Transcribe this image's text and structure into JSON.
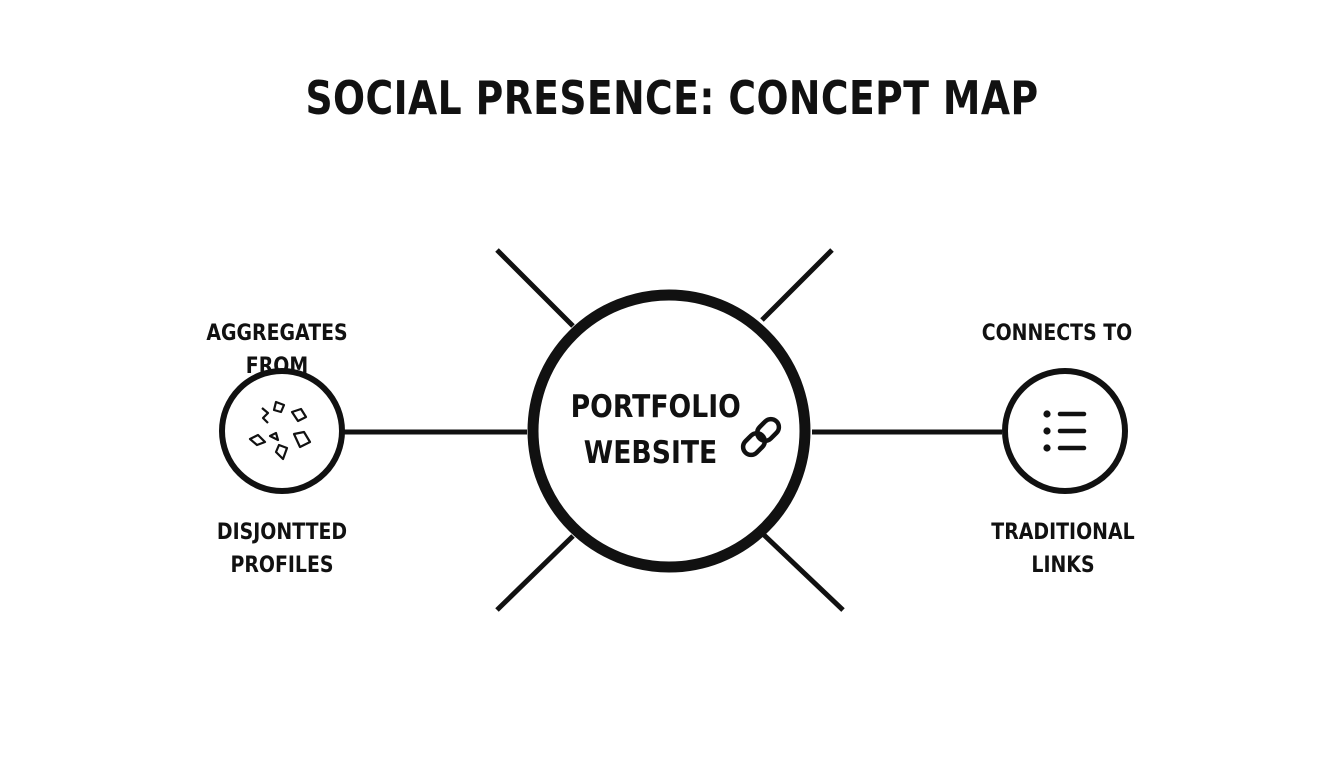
{
  "title": "SOCIAL PRESENCE: CONCEPT MAP",
  "hub": {
    "line1": "PORTFOLIO",
    "line2": "WEBSITE",
    "icon": "chain-link-icon"
  },
  "left_node": {
    "relation": "AGGREGATES FROM",
    "line1": "DISJONTTED",
    "line2": "PROFILES",
    "icon": "scattered-fragments-icon"
  },
  "right_node": {
    "relation": "CONNECTS TO",
    "line1": "TRADITIONAL",
    "line2": "LINKS",
    "icon": "bulleted-list-icon"
  },
  "colors": {
    "stroke": "#111111",
    "background": "#ffffff"
  }
}
